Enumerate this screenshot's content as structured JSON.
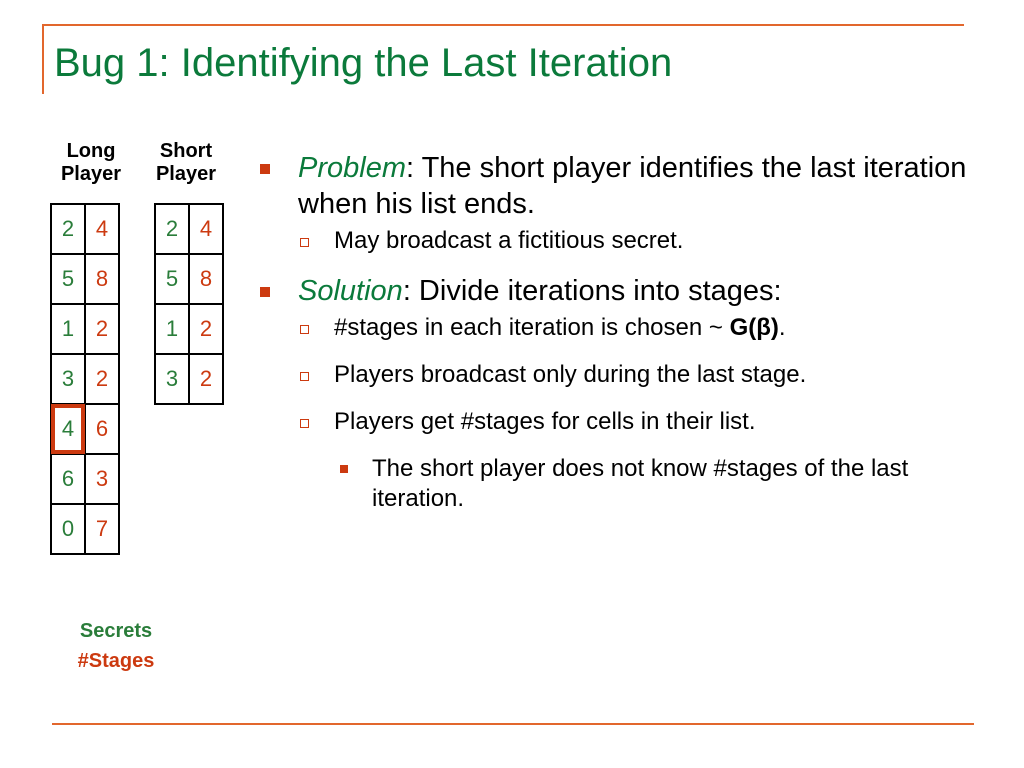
{
  "title": "Bug 1: Identifying the Last Iteration",
  "columns": {
    "long_line1": "Long",
    "long_line2": "Player",
    "short_line1": "Short",
    "short_line2": "Player"
  },
  "long_player": [
    {
      "secret": "2",
      "stages": "4"
    },
    {
      "secret": "5",
      "stages": "8"
    },
    {
      "secret": "1",
      "stages": "2"
    },
    {
      "secret": "3",
      "stages": "2"
    },
    {
      "secret": "4",
      "stages": "6"
    },
    {
      "secret": "6",
      "stages": "3"
    },
    {
      "secret": "0",
      "stages": "7"
    }
  ],
  "short_player": [
    {
      "secret": "2",
      "stages": "4"
    },
    {
      "secret": "5",
      "stages": "8"
    },
    {
      "secret": "1",
      "stages": "2"
    },
    {
      "secret": "3",
      "stages": "2"
    }
  ],
  "legend": {
    "secrets": "Secrets",
    "stages": "#Stages"
  },
  "bullets": {
    "problem_label": "Problem",
    "problem_text": ": The short player identifies the last iteration when his list ends.",
    "problem_sub": "May broadcast a fictitious secret.",
    "solution_label": "Solution",
    "solution_text": ": Divide iterations into stages:",
    "solution_sub1_pre": "#stages in each iteration is chosen ~ ",
    "solution_sub1_dist": "G(β)",
    "solution_sub1_post": ".",
    "solution_sub2": "Players broadcast only during the last stage.",
    "solution_sub3": "Players get #stages for cells in their list.",
    "solution_sub3_1": "The short player does not know #stages of the last iteration."
  },
  "colors": {
    "title": "#0b7a3b",
    "accent_rule": "#e2672d",
    "secret": "#2a7d3a",
    "stages": "#cc3a10"
  }
}
